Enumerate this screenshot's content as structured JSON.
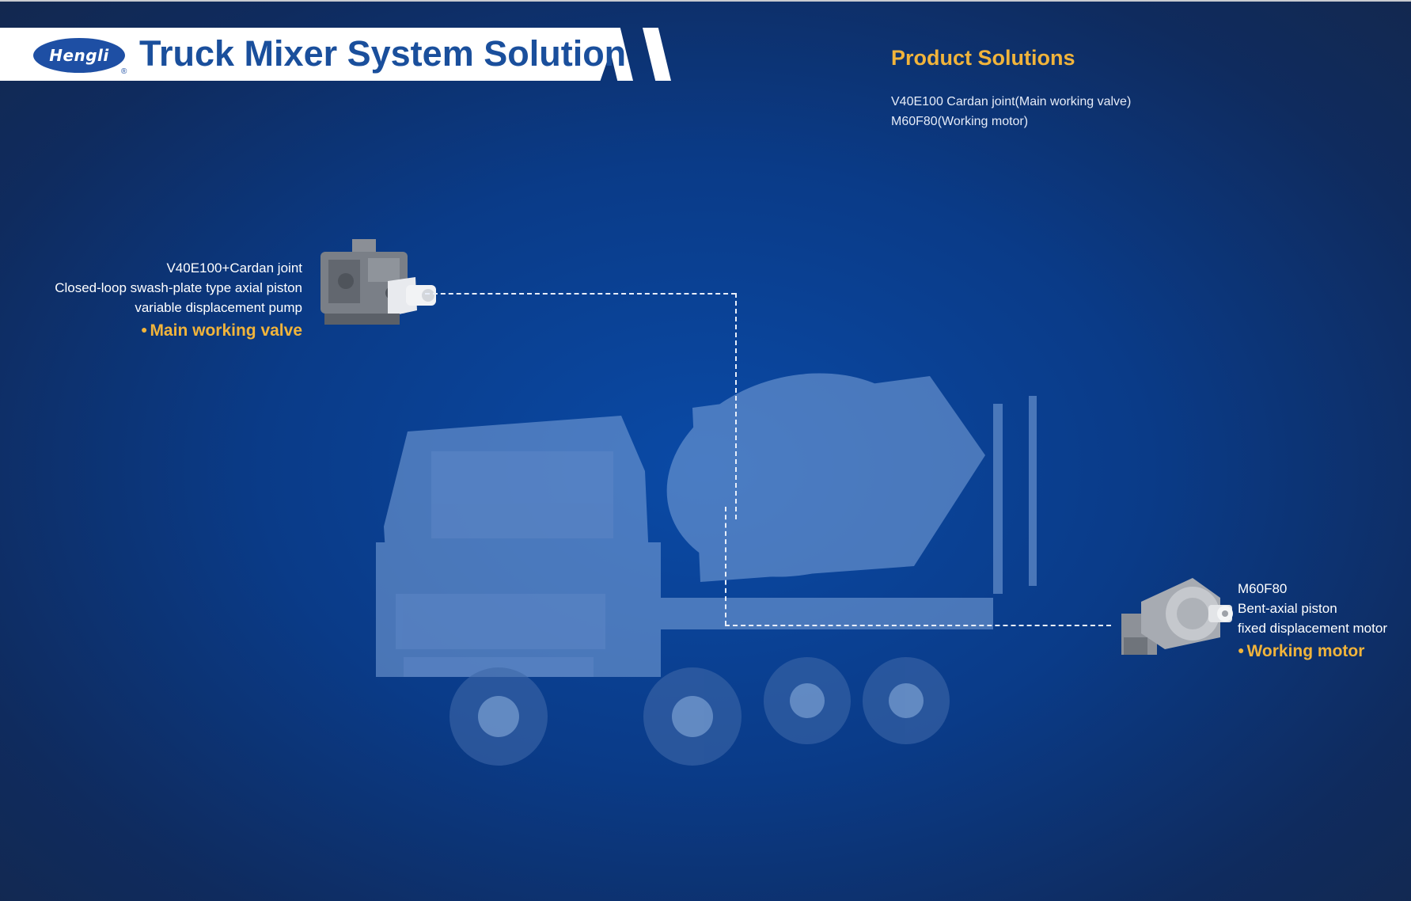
{
  "header": {
    "logo_text": "Hengli",
    "logo_mark": "®",
    "title": "Truck Mixer System Solution"
  },
  "product_solutions": {
    "heading": "Product Solutions",
    "items": [
      "V40E100 Cardan joint(Main working valve)",
      "M60F80(Working motor)"
    ]
  },
  "callouts": {
    "pump": {
      "model": "V40E100+Cardan joint",
      "line1": "Closed-loop swash-plate type axial piston",
      "line2": "variable displacement pump",
      "role": "Main working valve"
    },
    "motor": {
      "model": "M60F80",
      "line1": "Bent-axial piston",
      "line2": "fixed displacement motor",
      "role": "Working motor"
    }
  },
  "colors": {
    "accent": "#f1b43b",
    "brand_blue": "#1a4f9c",
    "background": "#0a3b88"
  },
  "icons": [
    "hydraulic-pump-icon",
    "hydraulic-motor-icon"
  ]
}
